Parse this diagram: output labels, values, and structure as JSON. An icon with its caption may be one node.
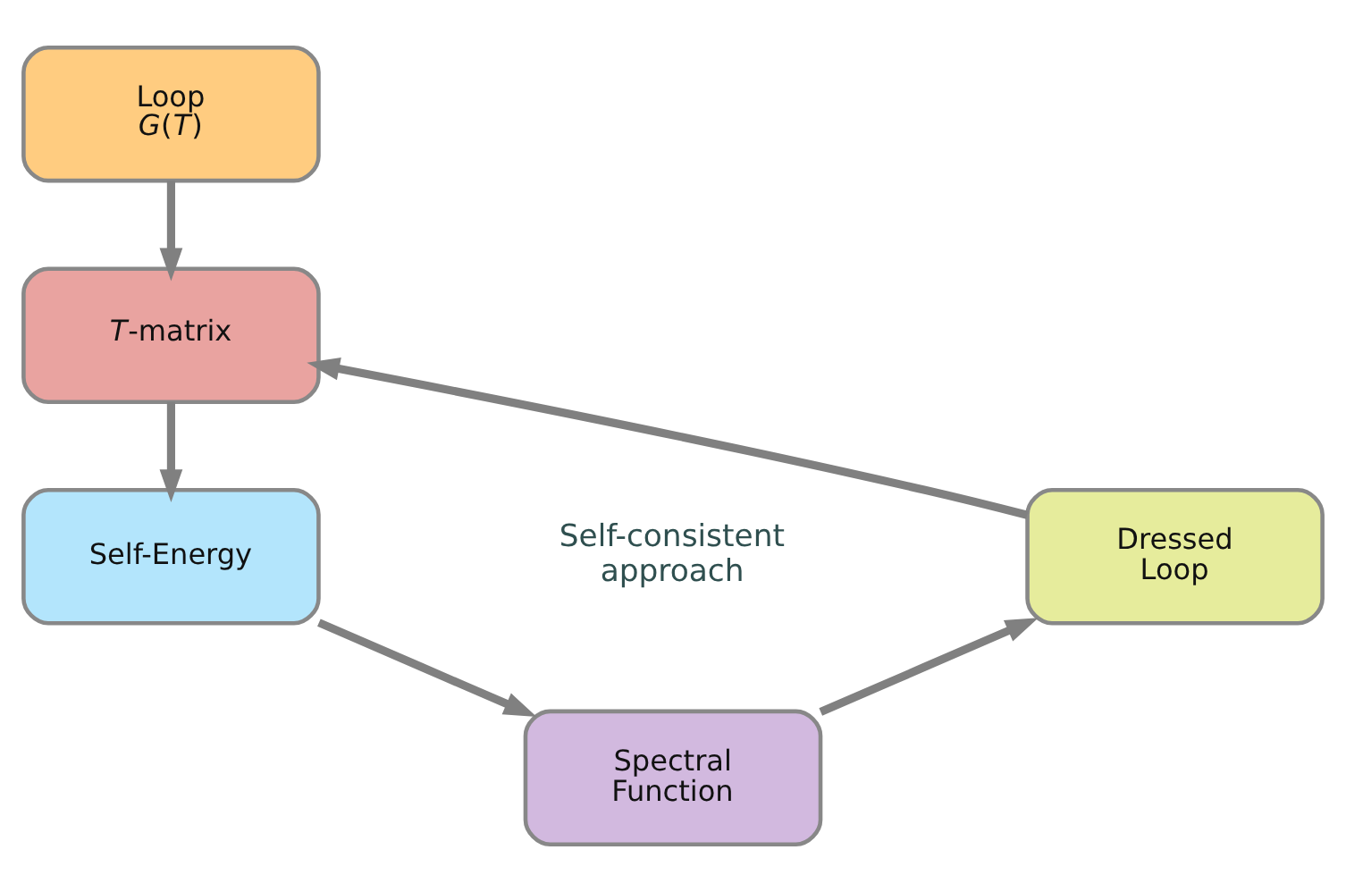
{
  "diagram": {
    "nodes": [
      {
        "text": [
          "Loop *G*(*T*)"
        ]
      },
      {
        "text": [
          "*T*-matrix"
        ]
      },
      {
        "text": [
          "Dressed Loop"
        ]
      },
      {
        "text": [
          "Self-Energy"
        ]
      },
      {
        "text": [
          "Spectral Function"
        ]
      }
    ],
    "edges": [
      {
        "from": 0,
        "to": 1,
        "arrow": "to"
      },
      {
        "from": 1,
        "to": 3,
        "arrow": "to"
      },
      {
        "from": 3,
        "to": 4,
        "arrow": "to"
      },
      {
        "from": 4,
        "to": 2,
        "arrow": "to"
      },
      {
        "from": 2,
        "to": 1,
        "arrow": "to"
      }
    ],
    "labels": [
      "Self-consistent approach"
    ]
  }
}
